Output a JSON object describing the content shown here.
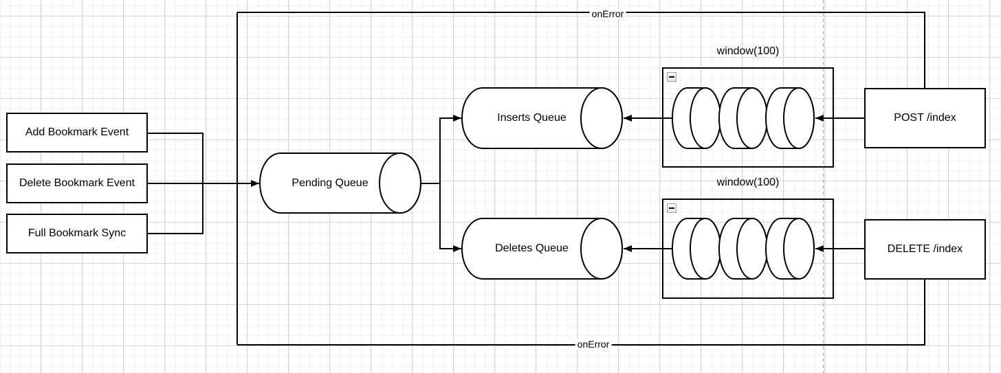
{
  "diagram": {
    "event_sources": [
      {
        "label": "Add Bookmark Event"
      },
      {
        "label": "Delete Bookmark Event"
      },
      {
        "label": "Full Bookmark Sync"
      }
    ],
    "queues": {
      "pending": "Pending Queue",
      "inserts": "Inserts Queue",
      "deletes": "Deletes Queue"
    },
    "window_groups": [
      {
        "label": "window(100)"
      },
      {
        "label": "window(100)"
      }
    ],
    "api_endpoints": {
      "post": "POST /index",
      "delete": "DELETE /index"
    },
    "error_edge_labels": {
      "top": "onError",
      "bottom": "onError"
    },
    "icons": {
      "collapse_button": "minus-icon"
    },
    "colors": {
      "shape_stroke": "#000000",
      "shape_fill": "#ffffff",
      "grid_minor": "#f1f1f1",
      "grid_major": "#d7d7d7",
      "page_break_dash": "#a6a6a6"
    }
  }
}
